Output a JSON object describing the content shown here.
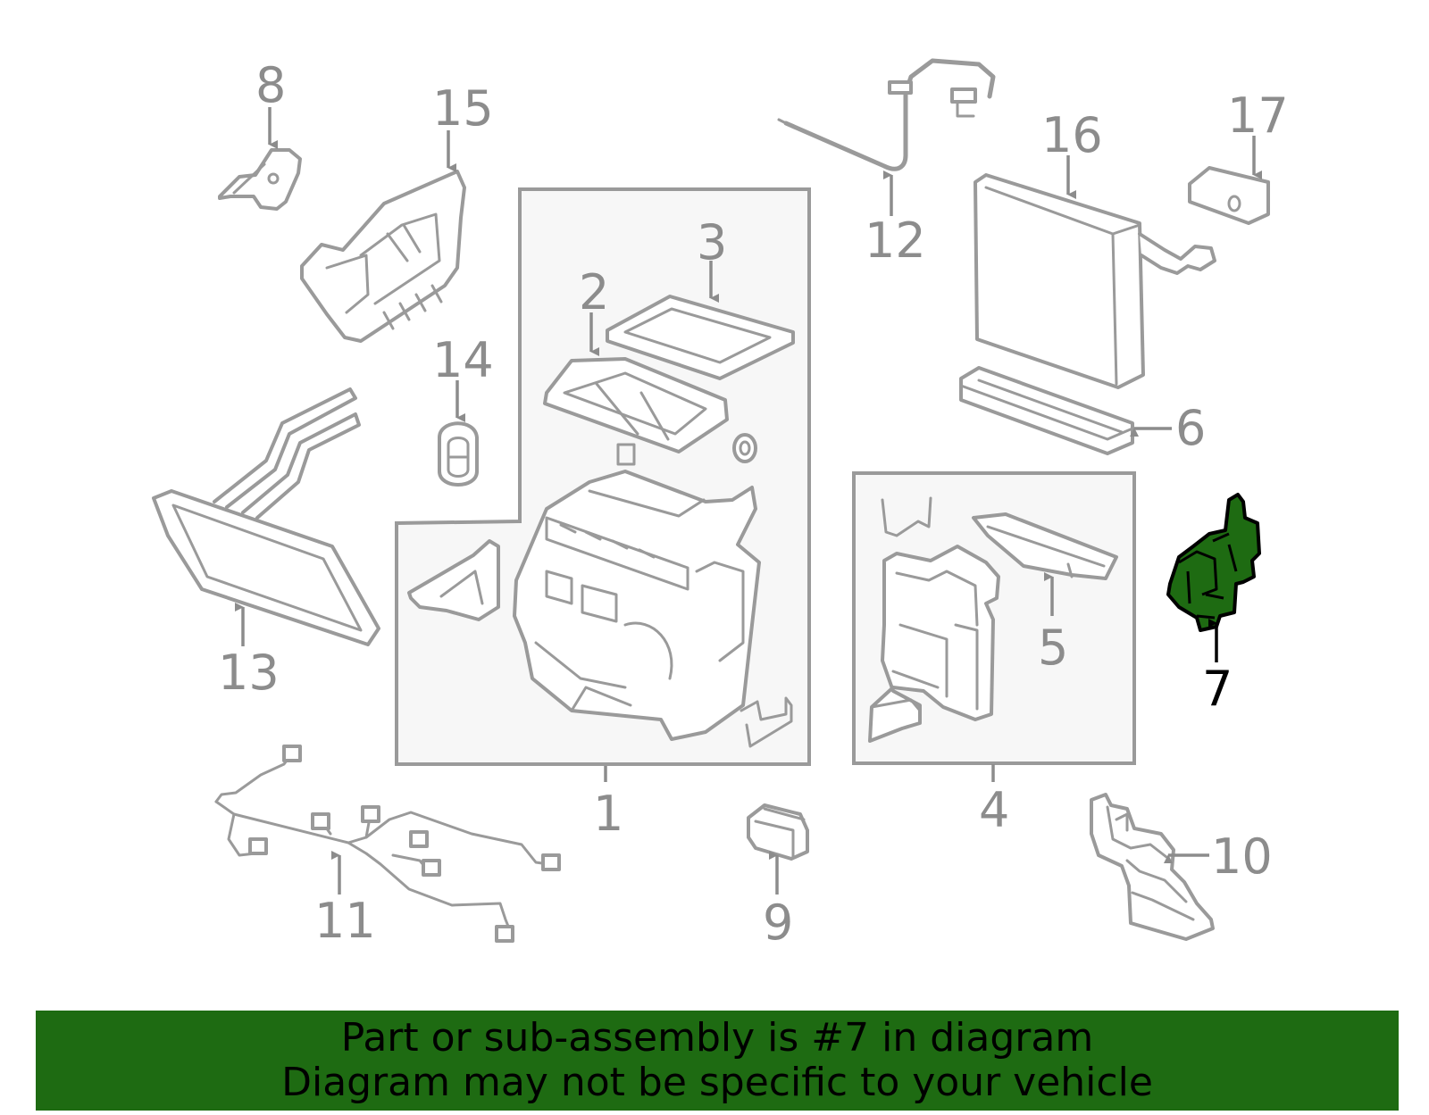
{
  "callouts": {
    "c1": "1",
    "c2": "2",
    "c3": "3",
    "c4": "4",
    "c5": "5",
    "c6": "6",
    "c7": "7",
    "c8": "8",
    "c9": "9",
    "c10": "10",
    "c11": "11",
    "c12": "12",
    "c13": "13",
    "c14": "14",
    "c15": "15",
    "c16": "16",
    "c17": "17"
  },
  "highlighted_part": "7",
  "colors": {
    "highlight": "#1e6b12",
    "banner_bg": "#1e6b12",
    "part_stroke": "#9a9a9a",
    "label_gray": "#8c8c8c"
  },
  "banner": {
    "line1": "Part or sub-assembly is #7 in diagram",
    "line2": "Diagram may not be specific to your vehicle"
  }
}
